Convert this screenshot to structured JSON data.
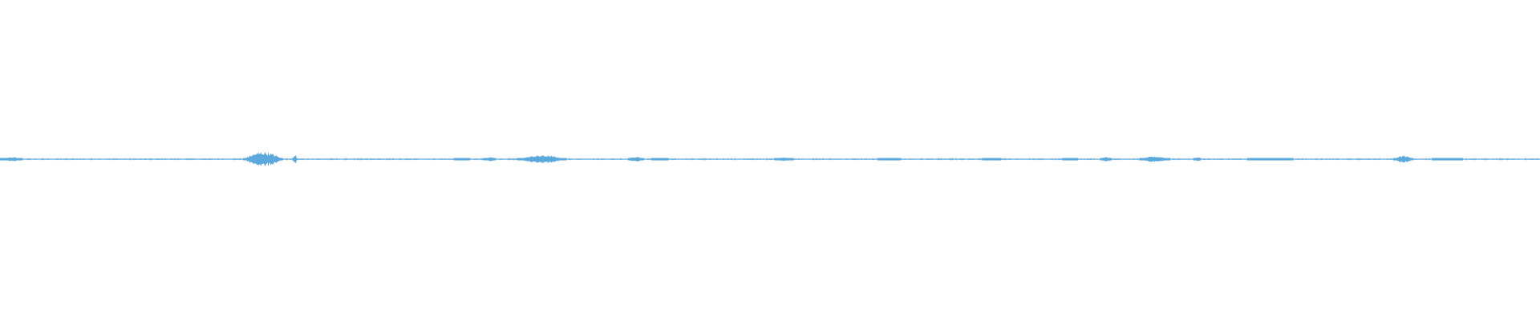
{
  "waveform": {
    "color": "#5aa8dc",
    "segments": [
      {
        "start": 0.0,
        "end": 0.015,
        "amplitude": 0.3
      },
      {
        "start": 0.158,
        "end": 0.184,
        "amplitude": 1.0
      },
      {
        "start": 0.19,
        "end": 0.193,
        "amplitude": 0.7
      },
      {
        "start": 0.295,
        "end": 0.305,
        "amplitude": 0.15
      },
      {
        "start": 0.314,
        "end": 0.322,
        "amplitude": 0.3
      },
      {
        "start": 0.336,
        "end": 0.368,
        "amplitude": 0.55
      },
      {
        "start": 0.408,
        "end": 0.418,
        "amplitude": 0.4
      },
      {
        "start": 0.423,
        "end": 0.434,
        "amplitude": 0.2
      },
      {
        "start": 0.503,
        "end": 0.515,
        "amplitude": 0.25
      },
      {
        "start": 0.57,
        "end": 0.585,
        "amplitude": 0.1
      },
      {
        "start": 0.638,
        "end": 0.65,
        "amplitude": 0.2
      },
      {
        "start": 0.69,
        "end": 0.7,
        "amplitude": 0.15
      },
      {
        "start": 0.715,
        "end": 0.722,
        "amplitude": 0.35
      },
      {
        "start": 0.74,
        "end": 0.76,
        "amplitude": 0.4
      },
      {
        "start": 0.775,
        "end": 0.78,
        "amplitude": 0.3
      },
      {
        "start": 0.81,
        "end": 0.84,
        "amplitude": 0.12
      },
      {
        "start": 0.905,
        "end": 0.918,
        "amplitude": 0.5
      },
      {
        "start": 0.93,
        "end": 0.95,
        "amplitude": 0.15
      }
    ]
  }
}
